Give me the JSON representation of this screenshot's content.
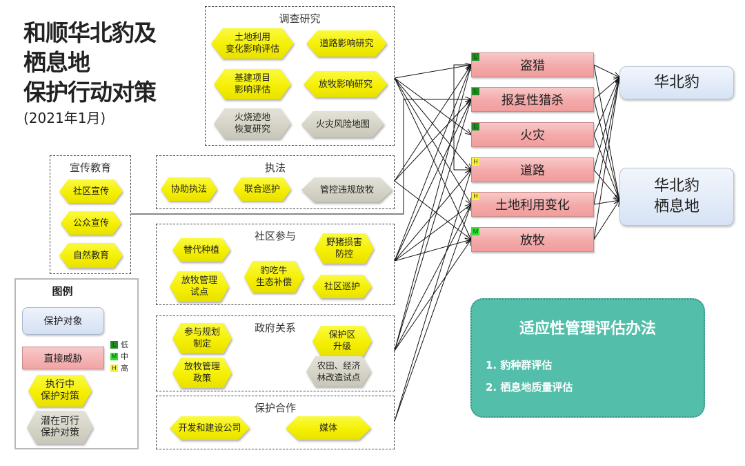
{
  "title": {
    "lines": [
      "和顺华北豹及",
      "栖息地",
      "保护行动对策"
    ],
    "date": "(2021年1月)"
  },
  "groups": {
    "research": {
      "title": "调查研究",
      "items": [
        {
          "label": "土地利用\n变化影响评估",
          "type": "executing"
        },
        {
          "label": "道路影响研究",
          "type": "executing"
        },
        {
          "label": "基建项目\n影响评估",
          "type": "executing"
        },
        {
          "label": "放牧影响研究",
          "type": "executing"
        },
        {
          "label": "火烧迹地\n恢复研究",
          "type": "potential"
        },
        {
          "label": "火灾风险地图",
          "type": "potential"
        }
      ]
    },
    "education": {
      "title": "宣传教育",
      "items": [
        {
          "label": "社区宣传",
          "type": "executing"
        },
        {
          "label": "公众宣传",
          "type": "executing"
        },
        {
          "label": "自然教育",
          "type": "executing"
        }
      ]
    },
    "enforcement": {
      "title": "执法",
      "items": [
        {
          "label": "协助执法",
          "type": "executing"
        },
        {
          "label": "联合巡护",
          "type": "executing"
        },
        {
          "label": "管控违规放牧",
          "type": "potential"
        }
      ]
    },
    "community": {
      "title": "社区参与",
      "items": [
        {
          "label": "替代种植",
          "type": "executing"
        },
        {
          "label": "野猪损害\n防控",
          "type": "executing"
        },
        {
          "label": "豹吃牛\n生态补偿",
          "type": "executing"
        },
        {
          "label": "放牧管理\n试点",
          "type": "executing"
        },
        {
          "label": "社区巡护",
          "type": "executing"
        }
      ]
    },
    "government": {
      "title": "政府关系",
      "items": [
        {
          "label": "参与规划\n制定",
          "type": "executing"
        },
        {
          "label": "保护区\n升级",
          "type": "executing"
        },
        {
          "label": "放牧管理\n政策",
          "type": "executing"
        },
        {
          "label": "农田、经济\n林改造试点",
          "type": "potential"
        }
      ]
    },
    "partnership": {
      "title": "保护合作",
      "items": [
        {
          "label": "开发和建设公司",
          "type": "executing"
        },
        {
          "label": "媒体",
          "type": "executing"
        }
      ]
    }
  },
  "threats": [
    {
      "label": "盗猎",
      "level": "L"
    },
    {
      "label": "报复性猎杀",
      "level": "L"
    },
    {
      "label": "火灾",
      "level": "L"
    },
    {
      "label": "道路",
      "level": "H"
    },
    {
      "label": "土地利用变化",
      "level": "H"
    },
    {
      "label": "放牧",
      "level": "M"
    }
  ],
  "targets": [
    {
      "label": "华北豹"
    },
    {
      "label": "华北豹\n栖息地"
    }
  ],
  "legend": {
    "title": "图例",
    "protect_target": "保护对象",
    "direct_threat": "直接威胁",
    "executing": "执行中\n保护对策",
    "potential": "潜在可行\n保护对策",
    "levels": [
      {
        "code": "L",
        "label": "低"
      },
      {
        "code": "M",
        "label": "中"
      },
      {
        "code": "H",
        "label": "高"
      }
    ]
  },
  "adaptive": {
    "title": "适应性管理评估办法",
    "items": [
      "1.  豹种群评估",
      "2.  栖息地质量评估"
    ]
  },
  "colors": {
    "executing": "#f6f000",
    "potential": "#d7d5c8",
    "threat": "#f4a9a9",
    "target": "#d6e3f5",
    "adaptive": "#53bfaa",
    "level_low": "#1f8a1f",
    "level_mid": "#33dd33",
    "level_high": "#f6f040"
  }
}
